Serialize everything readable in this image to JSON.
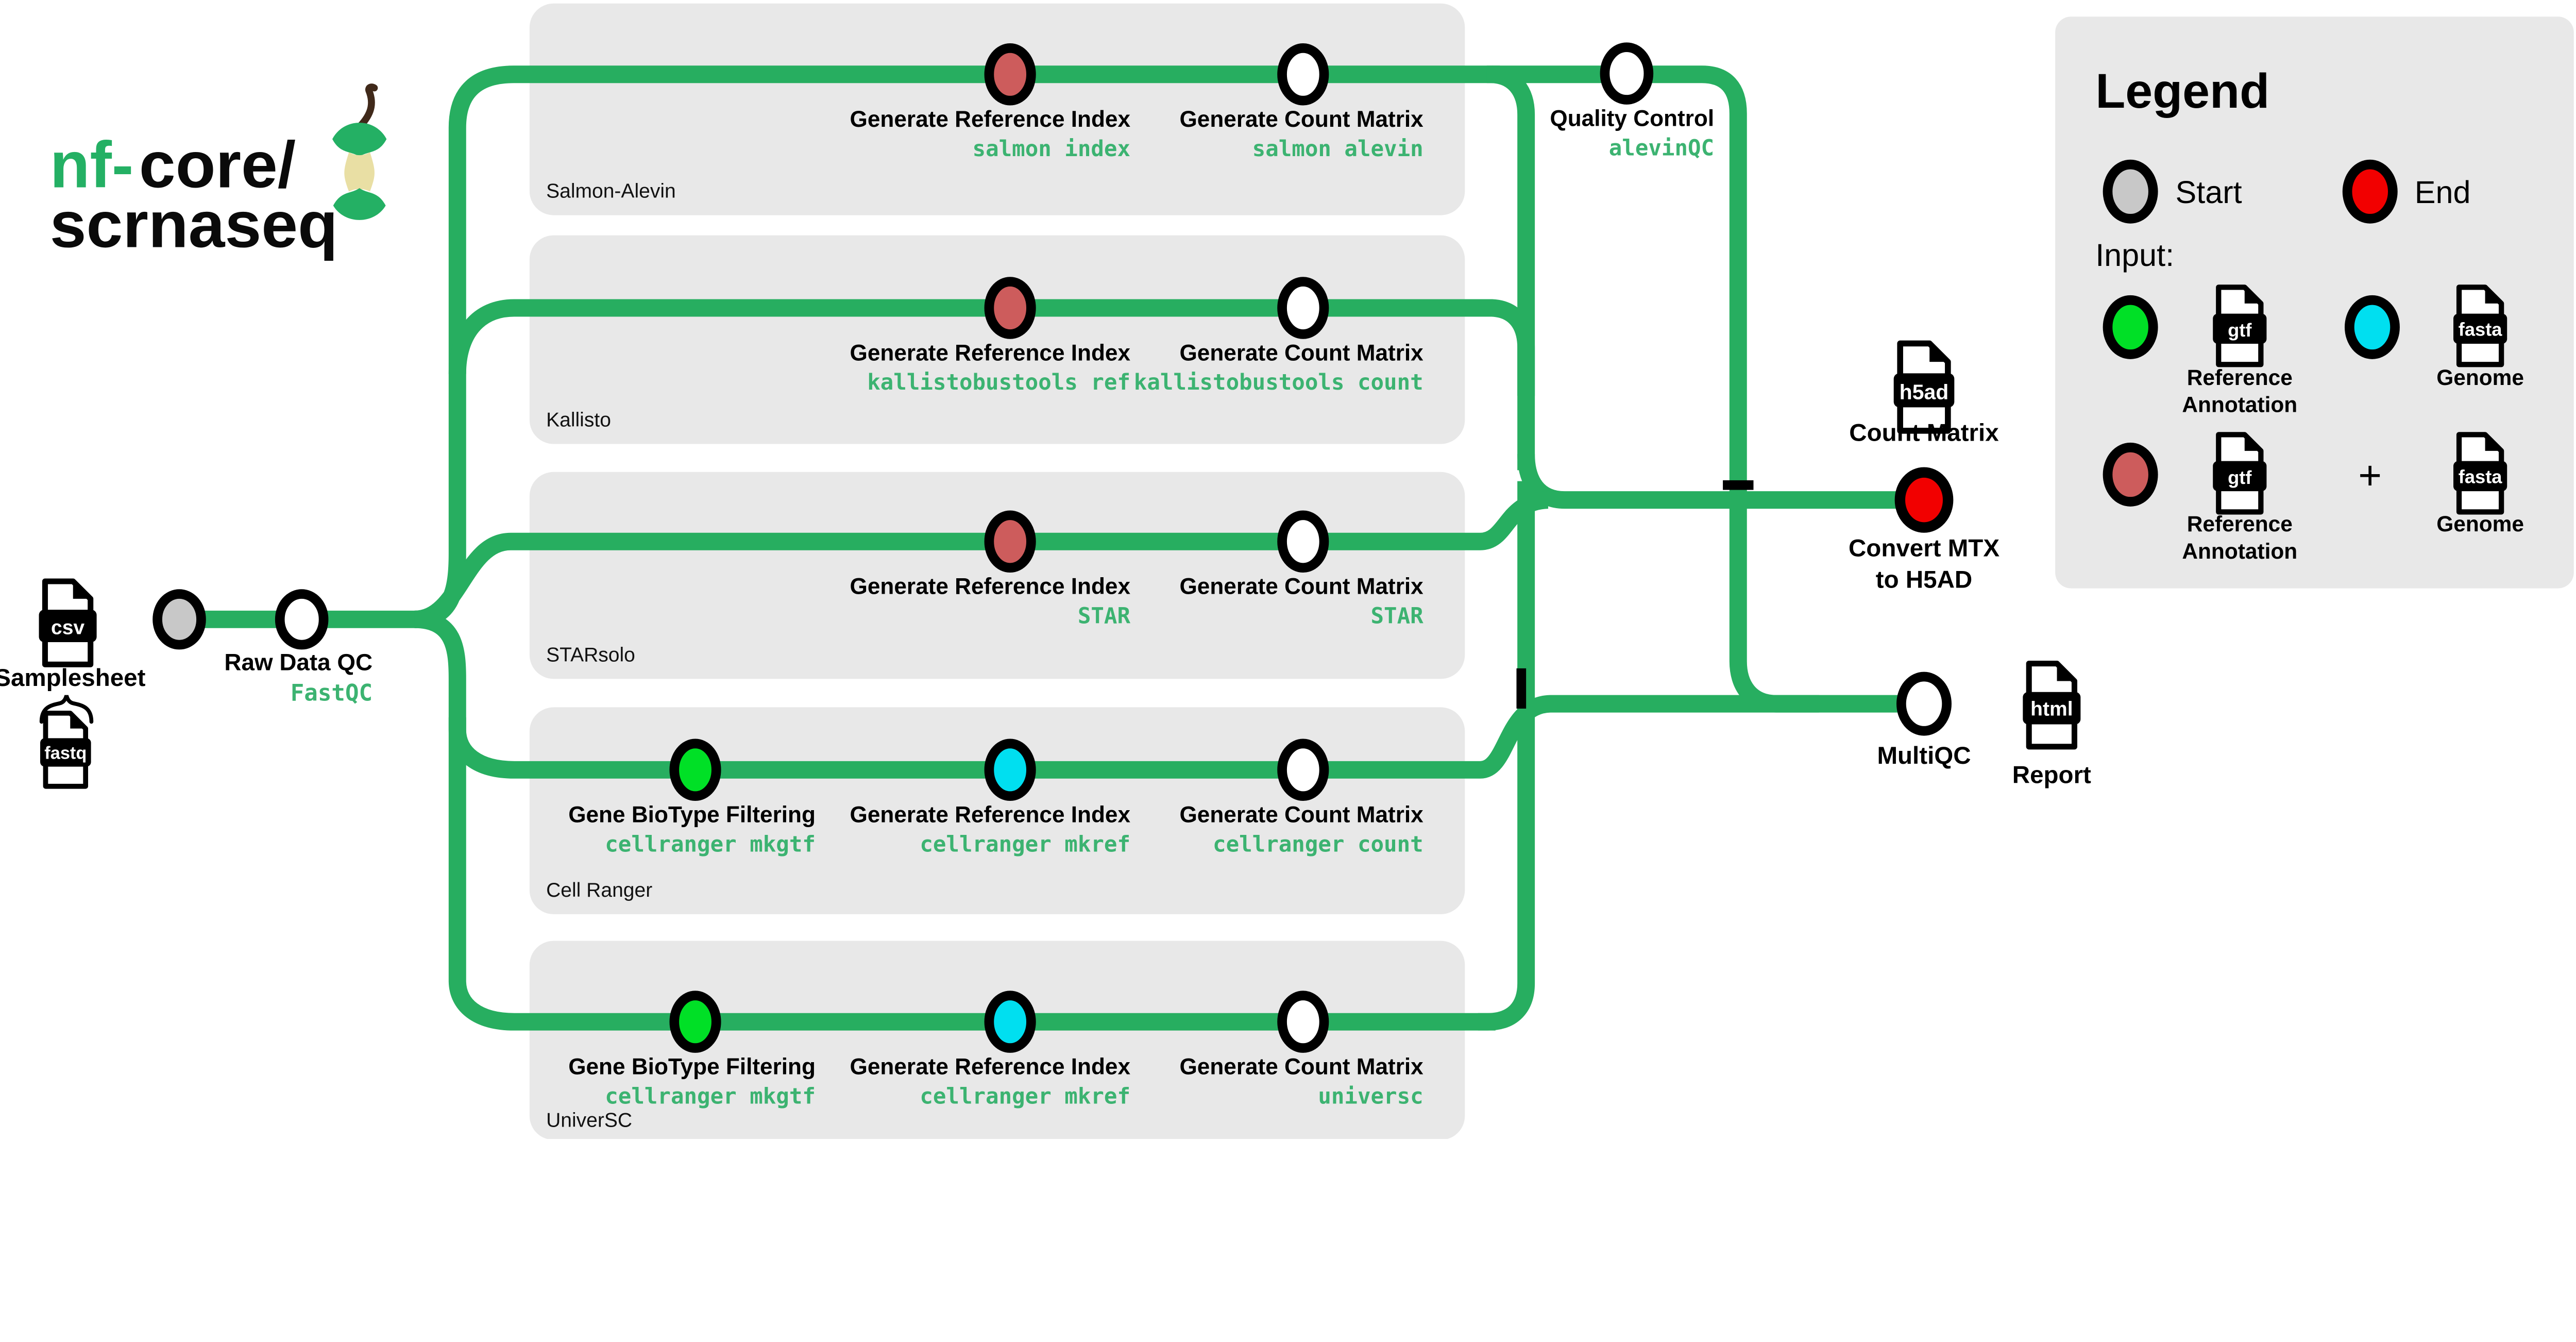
{
  "colors": {
    "line": "#27AE60",
    "text_green": "#3CB371",
    "box": "#E8E8E8",
    "legend_bg": "#E8E8E8",
    "node_plain": "#FFFFFF",
    "node_start": "#C8C8C8",
    "node_end": "#F20000",
    "node_gtf": "#00E026",
    "node_fasta": "#00DFF0",
    "node_gtf_fasta": "#CD5C5C",
    "logo_green": "#24B064",
    "logo_black": "#0A0A0A",
    "apple_core": "#E9DFA4",
    "apple_stem": "#40291A"
  },
  "logo": {
    "line1_green": "nf-",
    "line1_black": "core/",
    "line2": "scrnaseq"
  },
  "inputs": {
    "csv_badge": "csv",
    "samplesheet": "Samplesheet",
    "fastq_badge": "fastq"
  },
  "raw_qc": {
    "title": "Raw Data QC",
    "tool": "FastQC"
  },
  "pipelines": [
    {
      "name": "Salmon-Alevin",
      "stations": [
        {
          "title": "Generate Reference Index",
          "tool": "salmon index"
        },
        {
          "title": "Generate Count Matrix",
          "tool": "salmon alevin"
        }
      ]
    },
    {
      "name": "Kallisto",
      "stations": [
        {
          "title": "Generate Reference Index",
          "tool": "kallistobustools ref"
        },
        {
          "title": "Generate Count Matrix",
          "tool": "kallistobustools count"
        }
      ]
    },
    {
      "name": "STARsolo",
      "stations": [
        {
          "title": "Generate Reference Index",
          "tool": "STAR"
        },
        {
          "title": "Generate Count Matrix",
          "tool": "STAR"
        }
      ]
    },
    {
      "name": "Cell Ranger",
      "stations": [
        {
          "title": "Gene BioType Filtering",
          "tool": "cellranger mkgtf"
        },
        {
          "title": "Generate Reference Index",
          "tool": "cellranger mkref"
        },
        {
          "title": "Generate Count Matrix",
          "tool": "cellranger count"
        }
      ]
    },
    {
      "name": "UniverSC",
      "stations": [
        {
          "title": "Gene BioType Filtering",
          "tool": "cellranger mkgtf"
        },
        {
          "title": "Generate Reference Index",
          "tool": "cellranger mkref"
        },
        {
          "title": "Generate Count Matrix",
          "tool": "universc"
        }
      ]
    }
  ],
  "quality_control": {
    "title": "Quality Control",
    "tool": "alevinQC"
  },
  "outputs": {
    "count_matrix": {
      "badge": "h5ad",
      "label": "Count Matrix"
    },
    "convert": {
      "line1": "Convert MTX",
      "line2": "to H5AD"
    },
    "multiqc": {
      "label": "MultiQC"
    },
    "report": {
      "badge": "html",
      "label": "Report"
    }
  },
  "legend": {
    "title": "Legend",
    "start": "Start",
    "end": "End",
    "input_label": "Input:",
    "gtf_badge": "gtf",
    "fasta_badge": "fasta",
    "ref_line1": "Reference",
    "ref_line2": "Annotation",
    "genome": "Genome",
    "plus": "+"
  }
}
